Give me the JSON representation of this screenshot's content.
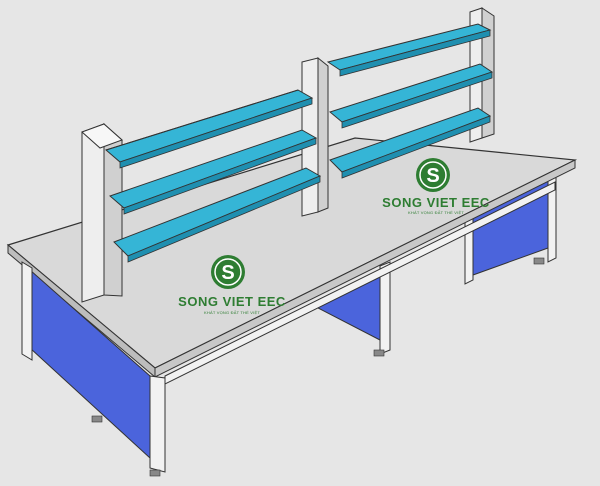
{
  "logos": [
    {
      "brand": "SONG VIET EEC",
      "tagline": "KHÁT VỌNG ĐẤT THỂ VIỆT",
      "letter": "S"
    },
    {
      "brand": "SONG VIET EEC",
      "tagline": "KHÁT VỌNG ĐẤT THỂ VIỆT",
      "letter": "S"
    }
  ],
  "colors": {
    "background": "#e6e6e6",
    "tabletop": "#d9d9d9",
    "panel_blue": "#4b64dc",
    "frame": "#f2f2f2",
    "shelf_glass": "#35b5d6",
    "brand_green": "#2e7d32"
  }
}
